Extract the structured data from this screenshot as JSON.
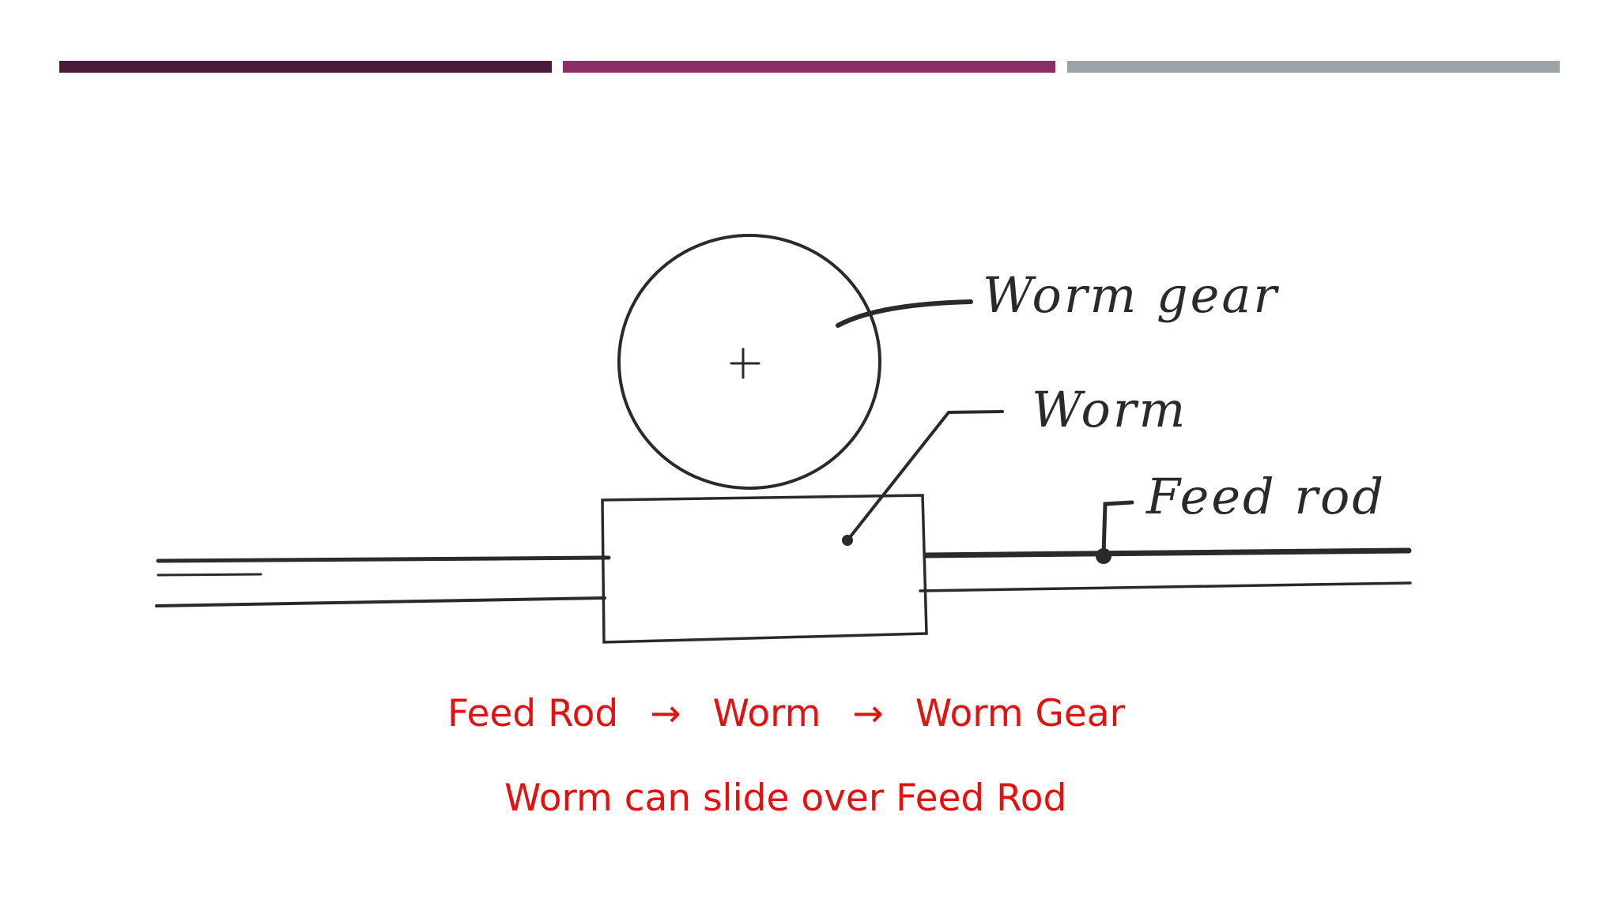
{
  "slide": {
    "accent_colors": [
      "#4a1a3a",
      "#8c2f63",
      "#9aa3a6"
    ],
    "text_color": "#e3110f"
  },
  "diagram": {
    "labels": {
      "worm_gear": "Worm gear",
      "worm": "Worm",
      "feed_rod": "Feed rod"
    }
  },
  "flow": {
    "step1": "Feed Rod",
    "arrow1": "→",
    "step2": "Worm",
    "arrow2": "→",
    "step3": "Worm Gear"
  },
  "note": "Worm can slide over Feed Rod"
}
